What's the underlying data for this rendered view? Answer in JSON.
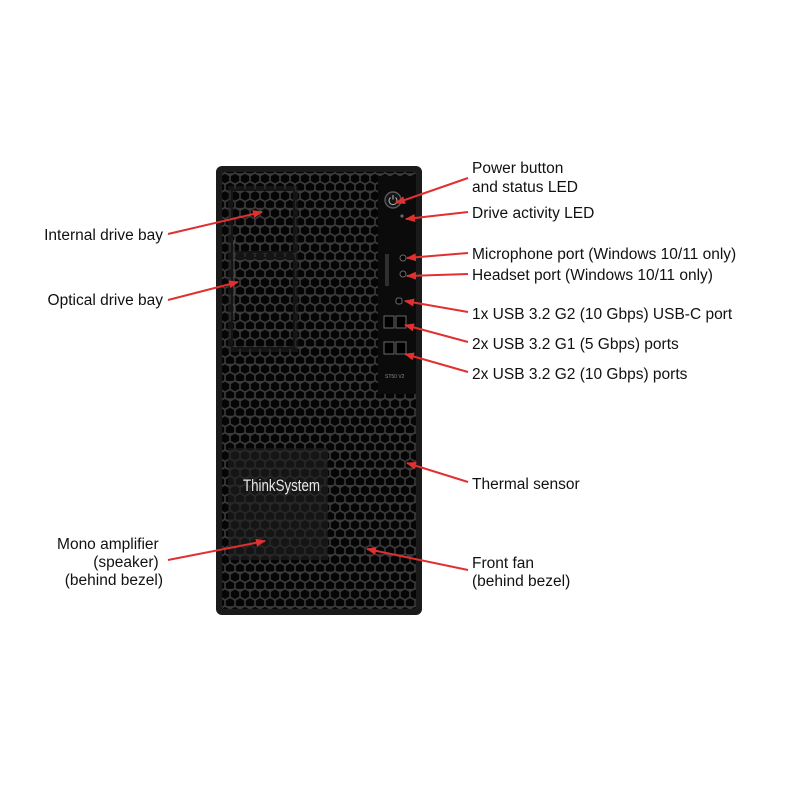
{
  "product": {
    "brand": "ThinkSystem",
    "model": "ST50 V2"
  },
  "colors": {
    "arrow": "#e03030",
    "chassis": "#1a1a1a",
    "bezel": "#0b0b0b",
    "text": "#111111"
  },
  "callouts": {
    "power_button": [
      "Power button",
      "and status LED"
    ],
    "drive_activity_led": [
      "Drive activity LED"
    ],
    "microphone_port": [
      "Microphone port (Windows 10/11 only)"
    ],
    "headset_port": [
      "Headset port (Windows 10/11 only)"
    ],
    "usb_c_port": [
      "1x USB 3.2 G2 (10 Gbps) USB-C port"
    ],
    "usb_g1_ports": [
      "2x USB 3.2 G1 (5 Gbps) ports"
    ],
    "usb_g2_ports": [
      "2x USB 3.2 G2 (10 Gbps) ports"
    ],
    "thermal_sensor": [
      "Thermal sensor"
    ],
    "front_fan": [
      "Front fan",
      "(behind bezel)"
    ],
    "internal_drive_bay": [
      "Internal drive bay"
    ],
    "optical_drive_bay": [
      "Optical drive bay"
    ],
    "mono_amplifier": [
      "Mono amplifier",
      "(speaker)",
      "(behind bezel)"
    ]
  }
}
